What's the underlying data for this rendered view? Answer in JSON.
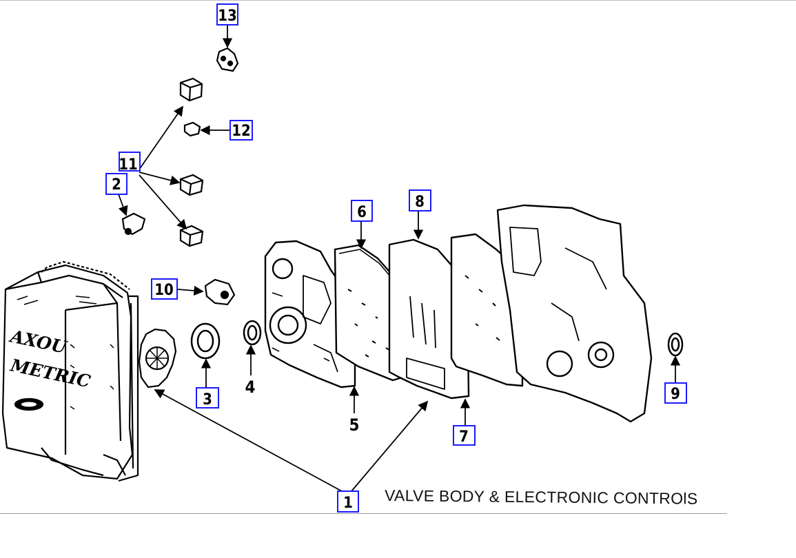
{
  "diagram": {
    "caption": "VALVE BODY & ELECTRONIC CONTROlS",
    "pan_text_line1": "AXOU",
    "pan_text_line2": "METRIC",
    "callouts": {
      "c1": "1",
      "c2": "2",
      "c3": "3",
      "c4": "4",
      "c5": "5",
      "c6": "6",
      "c7": "7",
      "c8": "8",
      "c9": "9",
      "c10": "10",
      "c11": "11",
      "c12": "12",
      "c13": "13"
    }
  },
  "colors": {
    "callout_box": "#1a1aff",
    "line_art": "#000000",
    "background": "#ffffff"
  }
}
